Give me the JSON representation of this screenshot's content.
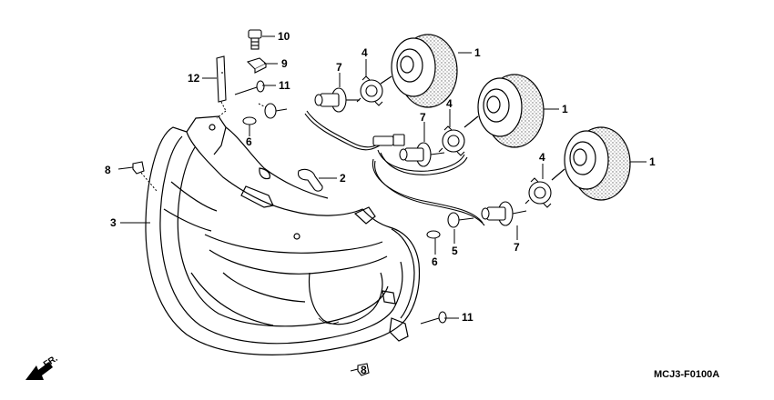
{
  "diagram_code": "MCJ3-F0100A",
  "direction_label": "FR.",
  "labels": {
    "l1a": "1",
    "l1b": "1",
    "l1c": "1",
    "l2": "2",
    "l3": "3",
    "l4a": "4",
    "l4b": "4",
    "l4c": "4",
    "l5": "5",
    "l6a": "6",
    "l6b": "6",
    "l7a": "7",
    "l7b": "7",
    "l7c": "7",
    "l8a": "8",
    "l8b": "8",
    "l9": "9",
    "l10": "10",
    "l11a": "11",
    "l11b": "11",
    "l12": "12"
  }
}
